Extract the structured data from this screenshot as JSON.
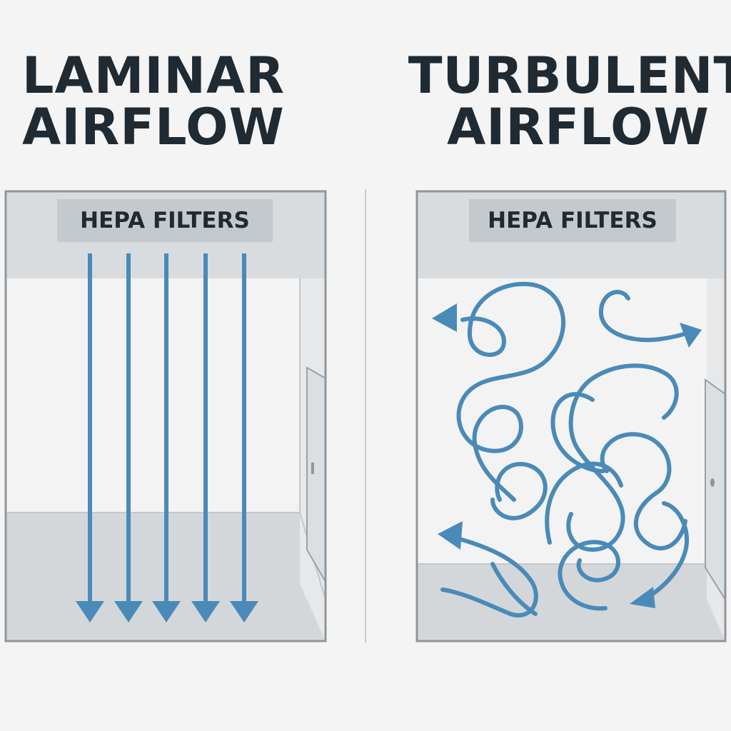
{
  "left_panel": {
    "title_line1": "LAMINAR",
    "title_line2": "AIRFLOW",
    "filter_label": "HEPA FILTERS"
  },
  "right_panel": {
    "title_line1": "TURBULENT",
    "title_line2": "AIRFLOW",
    "filter_label": "HEPA FILTERS"
  },
  "colors": {
    "airflow": "#4a8ab8",
    "text": "#1f2a33",
    "frame": "#8f969c",
    "filter_box": "#c4c9ce",
    "ceiling": "#d8dcdf",
    "floor": "#d3d7da",
    "wall": "#f3f3f3"
  }
}
